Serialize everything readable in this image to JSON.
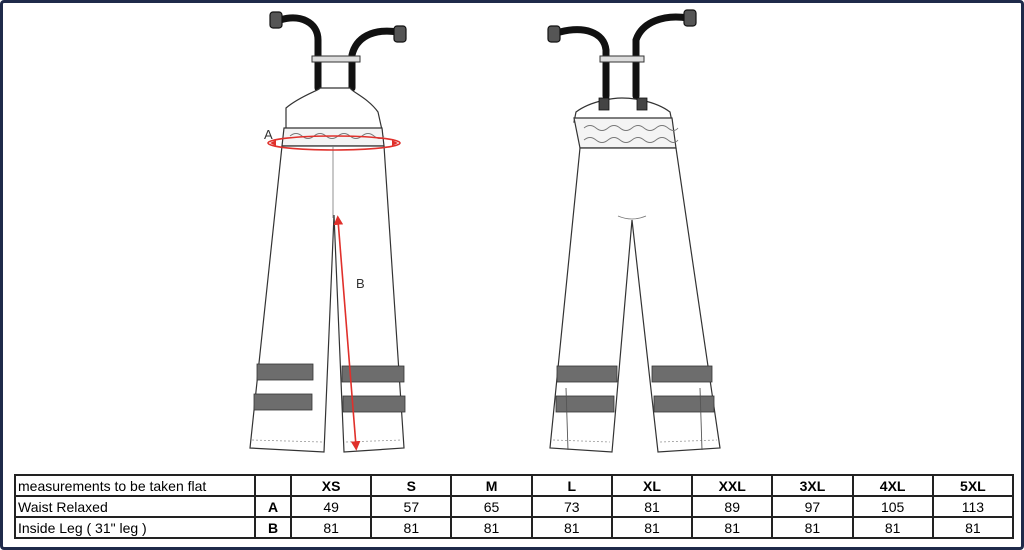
{
  "diagram": {
    "front_labels": {
      "waist_marker": "A",
      "leg_marker": "B"
    }
  },
  "table": {
    "header_label": "measurements to be taken flat",
    "sizes": [
      "XS",
      "S",
      "M",
      "L",
      "XL",
      "XXL",
      "3XL",
      "4XL",
      "5XL"
    ],
    "rows": [
      {
        "label": "Waist Relaxed",
        "code": "A",
        "values": [
          "49",
          "57",
          "65",
          "73",
          "81",
          "89",
          "97",
          "105",
          "113"
        ]
      },
      {
        "label": "Inside Leg ( 31\" leg )",
        "code": "B",
        "values": [
          "81",
          "81",
          "81",
          "81",
          "81",
          "81",
          "81",
          "81",
          "81"
        ]
      }
    ]
  },
  "colors": {
    "frame": "#1f2a4a",
    "outline": "#333333",
    "reflective_band": "#6d6d6d",
    "strap": "#111111",
    "measure_line": "#e0302b"
  },
  "icons": [
    "bib-trousers-front",
    "bib-trousers-back",
    "waist-measure-arrow",
    "inside-leg-measure-arrow"
  ]
}
